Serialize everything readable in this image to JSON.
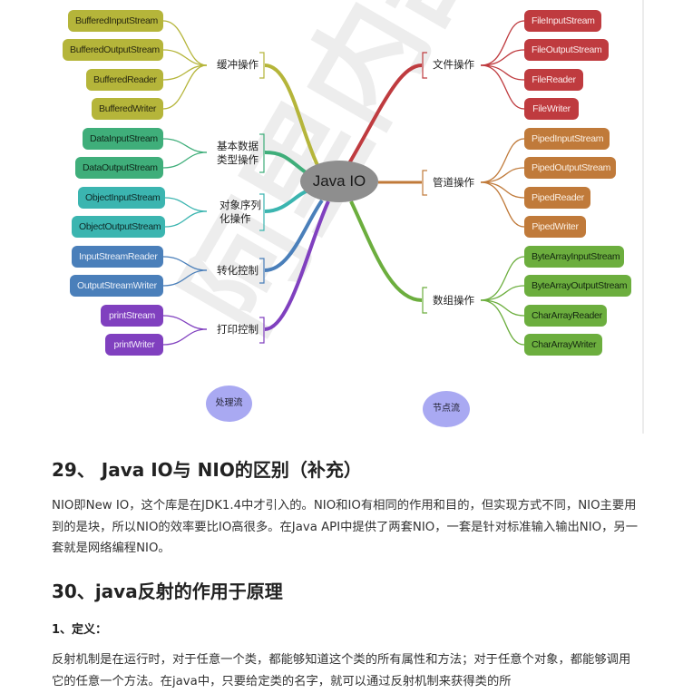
{
  "diagram": {
    "center": "Java IO",
    "left_branches": [
      {
        "category": "缓冲操作",
        "color": "#b5b53a",
        "nodes": [
          "BufferedInputStream",
          "BufferedOutputStream",
          "BufferedReader",
          "BufferedWriter"
        ]
      },
      {
        "category": "基本数据类型操作",
        "color": "#3fae7a",
        "nodes": [
          "DataInputStream",
          "DataOutputStream"
        ]
      },
      {
        "category": "对象序列化操作",
        "color": "#3bb5b0",
        "nodes": [
          "ObjectInputStream",
          "ObjectOutputStream"
        ]
      },
      {
        "category": "转化控制",
        "color": "#4a7fba",
        "nodes": [
          "InputStreamReader",
          "OutputStreamWriter"
        ]
      },
      {
        "category": "打印控制",
        "color": "#8040bf",
        "nodes": [
          "printStream",
          "printWriter"
        ]
      }
    ],
    "right_branches": [
      {
        "category": "文件操作",
        "color": "#bf3b3f",
        "nodes": [
          "FileInputStream",
          "FileOutputStream",
          "FileReader",
          "FileWriter"
        ]
      },
      {
        "category": "管道操作",
        "color": "#c07a3a",
        "nodes": [
          "PipedInputStream",
          "PipedOutputStream",
          "PipedReader",
          "PipedWriter"
        ]
      },
      {
        "category": "数组操作",
        "color": "#6cae3e",
        "nodes": [
          "ByteArrayInputStream",
          "ByteArrayOutputStream",
          "CharArrayReader",
          "CharArrayWriter"
        ]
      }
    ],
    "legend": {
      "processing_stream": "处理流",
      "node_stream": "节点流"
    },
    "cat_lines": {
      "buffer": "缓冲操作",
      "basic_1": "基本数据",
      "basic_2": "类型操作",
      "object_1": "对象序列",
      "object_2": "化操作",
      "convert": "转化控制",
      "print": "打印控制",
      "file": "文件操作",
      "pipe": "管道操作",
      "array": "数组操作"
    }
  },
  "watermark": "阿里内部资料",
  "section29": {
    "title": "29、 Java IO与 NIO的区别（补充）",
    "body": "NIO即New IO，这个库是在JDK1.4中才引入的。NIO和IO有相同的作用和目的，但实现方式不同，NIO主要用到的是块，所以NIO的效率要比IO高很多。在Java API中提供了两套NIO，一套是针对标准输入输出NIO，另一套就是网络编程NIO。"
  },
  "section30": {
    "title": "30、java反射的作用于原理",
    "subtitle": "1、定义：",
    "body": "反射机制是在运行时，对于任意一个类，都能够知道这个类的所有属性和方法；对于任意个对象，都能够调用它的任意一个方法。在java中，只要给定类的名字，就可以通过反射机制来获得类的所"
  }
}
